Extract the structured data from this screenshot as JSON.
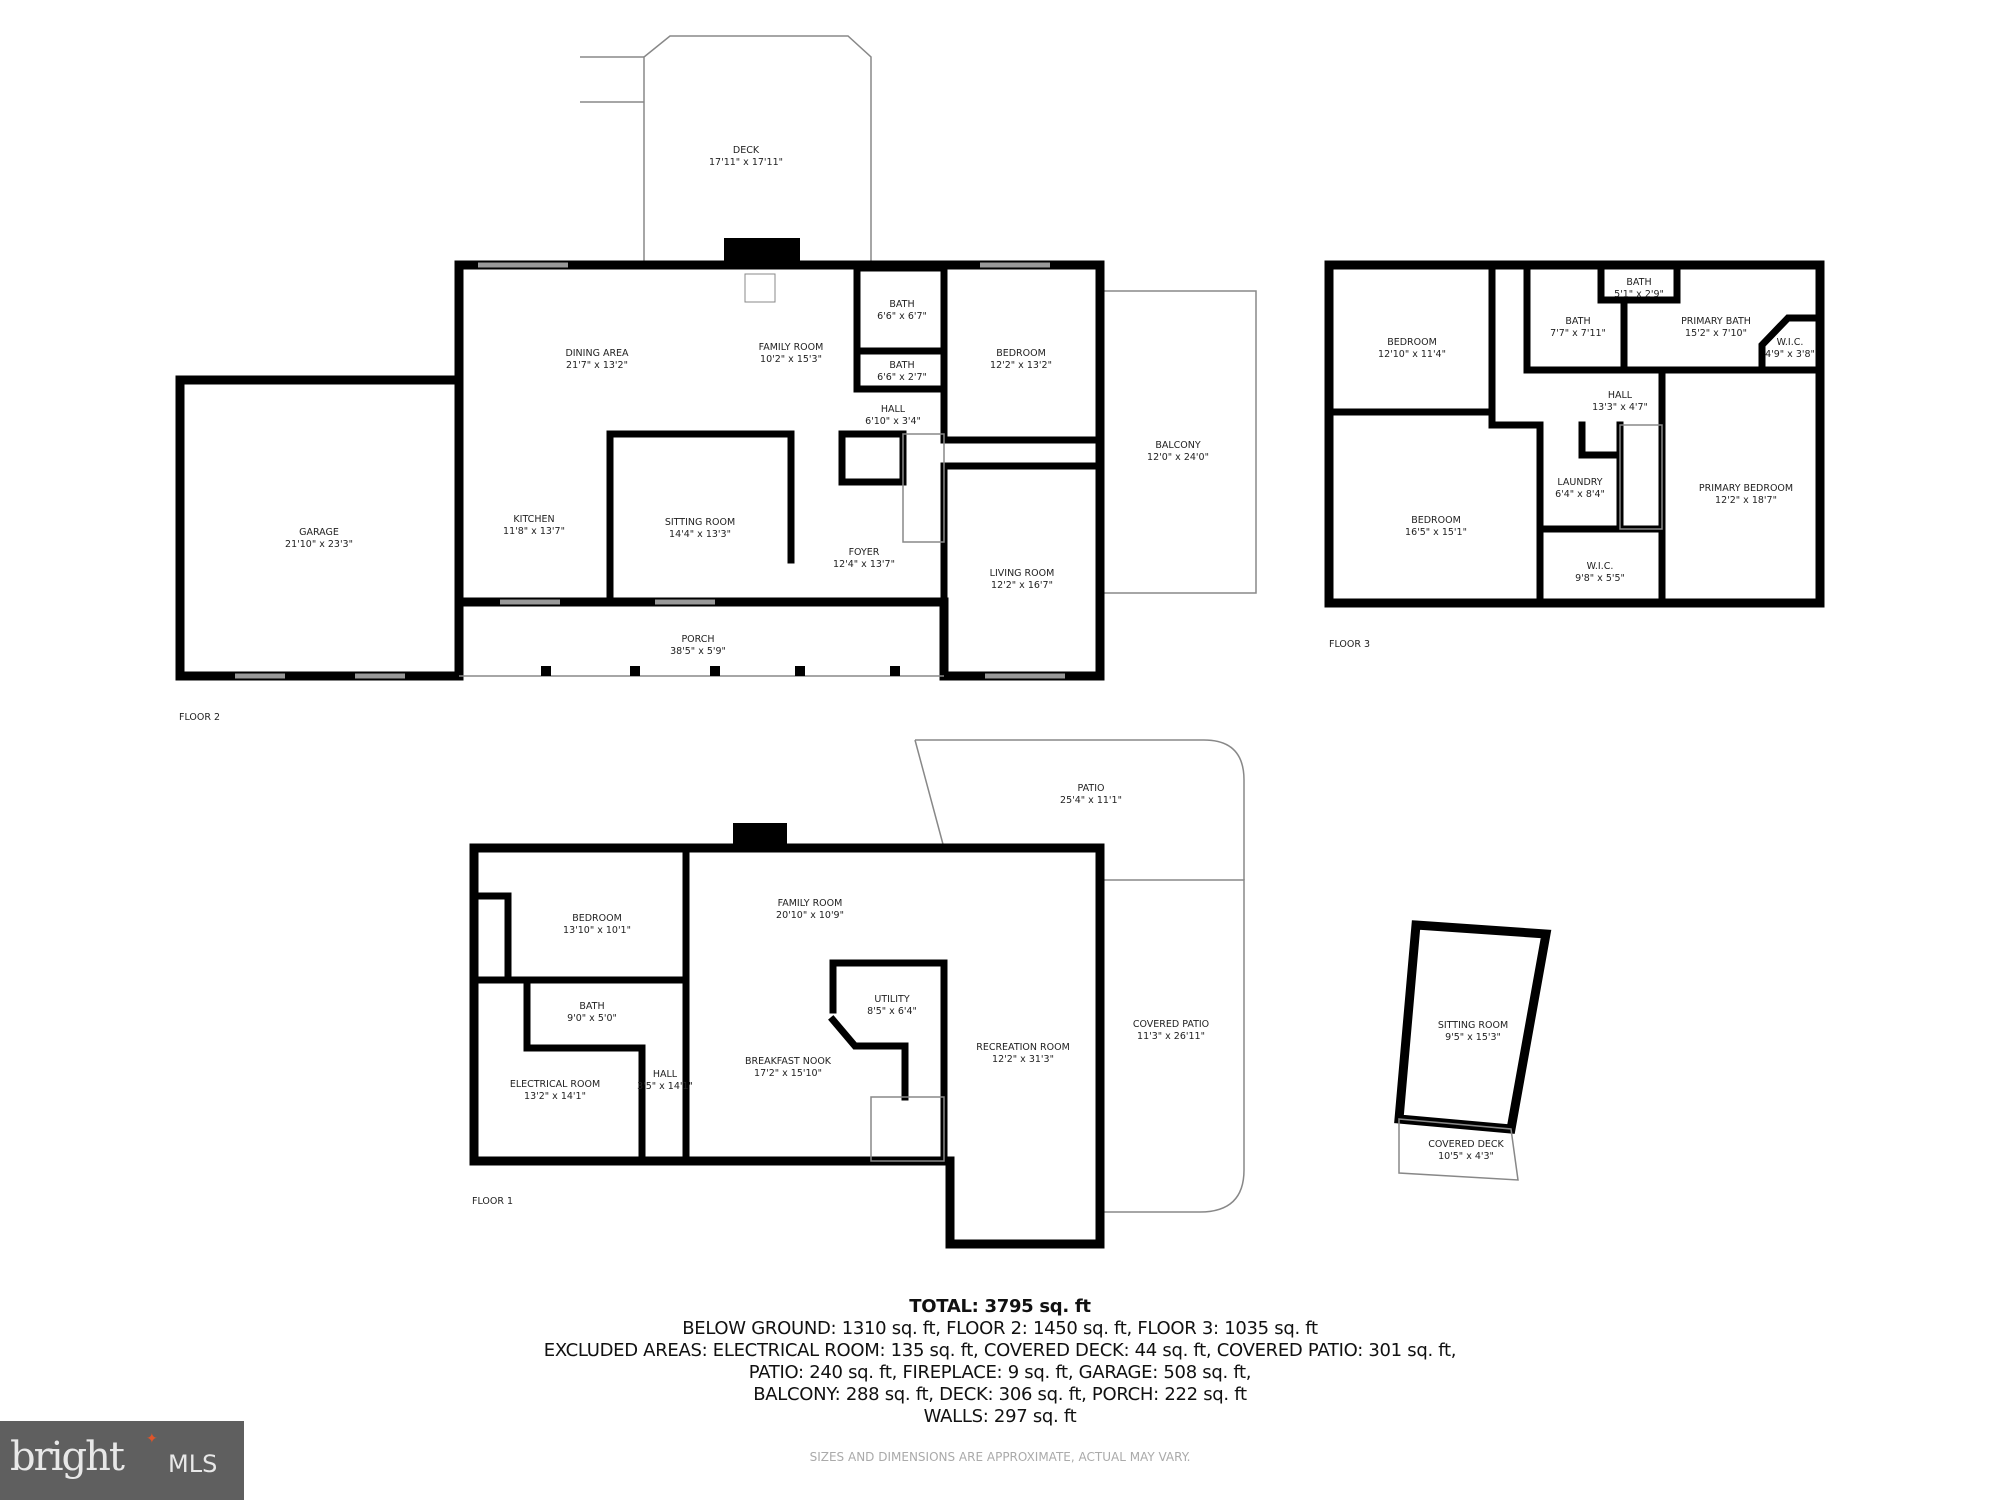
{
  "floors": {
    "floor2": {
      "label": "FLOOR 2",
      "rooms": [
        {
          "name": "DECK",
          "dims": "17'11\" x 17'11\""
        },
        {
          "name": "DINING AREA",
          "dims": "21'7\" x 13'2\""
        },
        {
          "name": "FAMILY ROOM",
          "dims": "10'2\" x 15'3\""
        },
        {
          "name": "BATH",
          "dims": "6'6\" x 6'7\""
        },
        {
          "name": "BATH",
          "dims": "6'6\" x 2'7\""
        },
        {
          "name": "HALL",
          "dims": "6'10\" x 3'4\""
        },
        {
          "name": "BEDROOM",
          "dims": "12'2\" x 13'2\""
        },
        {
          "name": "BALCONY",
          "dims": "12'0\" x 24'0\""
        },
        {
          "name": "GARAGE",
          "dims": "21'10\" x 23'3\""
        },
        {
          "name": "KITCHEN",
          "dims": "11'8\" x 13'7\""
        },
        {
          "name": "SITTING ROOM",
          "dims": "14'4\" x 13'3\""
        },
        {
          "name": "FOYER",
          "dims": "12'4\" x 13'7\""
        },
        {
          "name": "LIVING ROOM",
          "dims": "12'2\" x 16'7\""
        },
        {
          "name": "PORCH",
          "dims": "38'5\" x 5'9\""
        }
      ]
    },
    "floor3": {
      "label": "FLOOR 3",
      "rooms": [
        {
          "name": "BEDROOM",
          "dims": "12'10\" x 11'4\""
        },
        {
          "name": "BATH",
          "dims": "7'7\" x 7'11\""
        },
        {
          "name": "BATH",
          "dims": "5'1\" x 2'9\""
        },
        {
          "name": "PRIMARY BATH",
          "dims": "15'2\" x 7'10\""
        },
        {
          "name": "W.I.C.",
          "dims": "4'9\" x 3'8\""
        },
        {
          "name": "HALL",
          "dims": "13'3\" x 4'7\""
        },
        {
          "name": "LAUNDRY",
          "dims": "6'4\" x 8'4\""
        },
        {
          "name": "BEDROOM",
          "dims": "16'5\" x 15'1\""
        },
        {
          "name": "PRIMARY BEDROOM",
          "dims": "12'2\" x 18'7\""
        },
        {
          "name": "W.I.C.",
          "dims": "9'8\" x 5'5\""
        }
      ]
    },
    "floor1": {
      "label": "FLOOR 1",
      "rooms": [
        {
          "name": "PATIO",
          "dims": "25'4\" x 11'1\""
        },
        {
          "name": "FAMILY ROOM",
          "dims": "20'10\" x 10'9\""
        },
        {
          "name": "BEDROOM",
          "dims": "13'10\" x 10'1\""
        },
        {
          "name": "UTILITY",
          "dims": "8'5\" x 6'4\""
        },
        {
          "name": "BATH",
          "dims": "9'0\" x 5'0\""
        },
        {
          "name": "BREAKFAST NOOK",
          "dims": "17'2\" x 15'10\""
        },
        {
          "name": "RECREATION ROOM",
          "dims": "12'2\" x 31'3\""
        },
        {
          "name": "COVERED PATIO",
          "dims": "11'3\" x 26'11\""
        },
        {
          "name": "ELECTRICAL ROOM",
          "dims": "13'2\" x 14'1\""
        },
        {
          "name": "HALL",
          "dims": "3'5\" x 14'1\""
        }
      ]
    },
    "outbuilding": {
      "rooms": [
        {
          "name": "SITTING ROOM",
          "dims": "9'5\" x 15'3\""
        },
        {
          "name": "COVERED DECK",
          "dims": "10'5\" x 4'3\""
        }
      ]
    }
  },
  "summary": {
    "total": "TOTAL: 3795 sq. ft",
    "lines": [
      "BELOW GROUND: 1310 sq. ft, FLOOR 2: 1450 sq. ft, FLOOR 3: 1035 sq. ft",
      "EXCLUDED AREAS: ELECTRICAL ROOM: 135 sq. ft, COVERED DECK: 44 sq. ft, COVERED PATIO: 301 sq. ft,",
      "PATIO: 240 sq. ft, FIREPLACE: 9 sq. ft, GARAGE: 508 sq. ft,",
      "BALCONY: 288 sq. ft, DECK: 306 sq. ft, PORCH: 222 sq. ft",
      "WALLS: 297 sq. ft"
    ],
    "disclaimer": "SIZES AND DIMENSIONS ARE APPROXIMATE, ACTUAL MAY VARY."
  },
  "logo": {
    "brand": "bright",
    "suffix": "MLS",
    "accent_color": "#e0552a",
    "background": "#5f5f5f"
  }
}
